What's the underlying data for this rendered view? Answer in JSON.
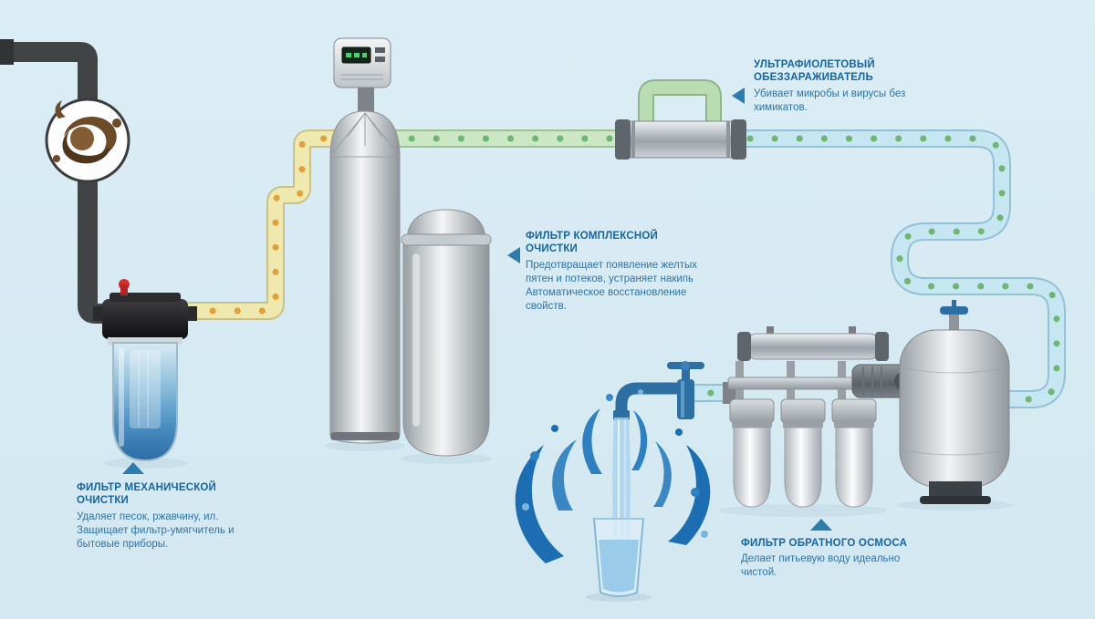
{
  "colors": {
    "background": "#dbedf5",
    "title_text": "#17659e",
    "body_text": "#2e74a7",
    "arrow": "#2e7cab",
    "pipe_dark": "#424345",
    "pipe_yellow": "#efe9b0",
    "pipe_green": "#cce7c4",
    "pipe_blue": "#c6e6f2",
    "dot_orange": "#e0a13c",
    "dot_green": "#6fb573"
  },
  "labels": {
    "uv": {
      "title": "УЛЬТРАФИОЛЕТОВЫЙ ОБЕЗЗАРАЖИВАТЕЛЬ",
      "description": "Убивает микробы и вирусы без химикатов."
    },
    "complex": {
      "title": "ФИЛЬТР КОМПЛЕКСНОЙ ОЧИСТКИ",
      "description": "Предотвращает появление желтых пятен и потеков, устраняет накипь\nАвтоматическое восстановление свойств."
    },
    "mechanical": {
      "title": "ФИЛЬТР МЕХАНИЧЕСКОЙ ОЧИСТКИ",
      "description": "Удаляет песок, ржавчину, ил. Защищает фильтр-умягчитель и бытовые приборы."
    },
    "osmosis": {
      "title": "ФИЛЬТР ОБРАТНОГО ОСМОСА",
      "description": "Делает питьевую воду идеально чистой."
    }
  }
}
